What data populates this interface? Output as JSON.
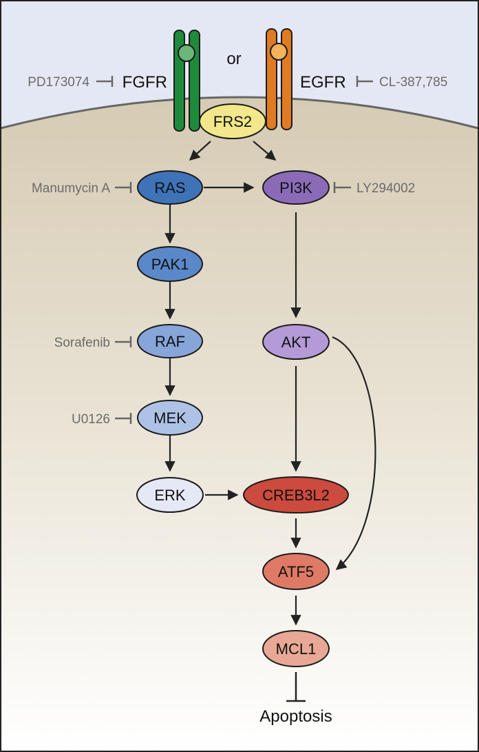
{
  "receptors": {
    "or_text": "or",
    "fgfr": {
      "label": "FGFR",
      "inhibitor": "PD173074"
    },
    "egfr": {
      "label": "EGFR",
      "inhibitor": "CL-387,785"
    }
  },
  "nodes": {
    "frs2": "FRS2",
    "ras": "RAS",
    "pi3k": "PI3K",
    "pak1": "PAK1",
    "raf": "RAF",
    "mek": "MEK",
    "erk": "ERK",
    "akt": "AKT",
    "creb3l2": "CREB3L2",
    "atf5": "ATF5",
    "mcl1": "MCL1"
  },
  "inhibitors": {
    "ras": "Manumycin A",
    "pi3k": "LY294002",
    "raf": "Sorafenib",
    "mek": "U0126"
  },
  "outcome": "Apoptosis",
  "colors": {
    "frs2": "#f2e78a",
    "ras": "#3f73b8",
    "pak1": "#5b88c9",
    "raf": "#86a5d9",
    "mek": "#aec2e6",
    "erk": "#e4e9f5",
    "pi3k": "#8b6bb8",
    "akt": "#b49ad6",
    "creb3l2": "#cc4a3e",
    "atf5": "#de7a66",
    "mcl1": "#e8a895",
    "fgfr": "#1f8a3c",
    "egfr": "#e07b22"
  }
}
